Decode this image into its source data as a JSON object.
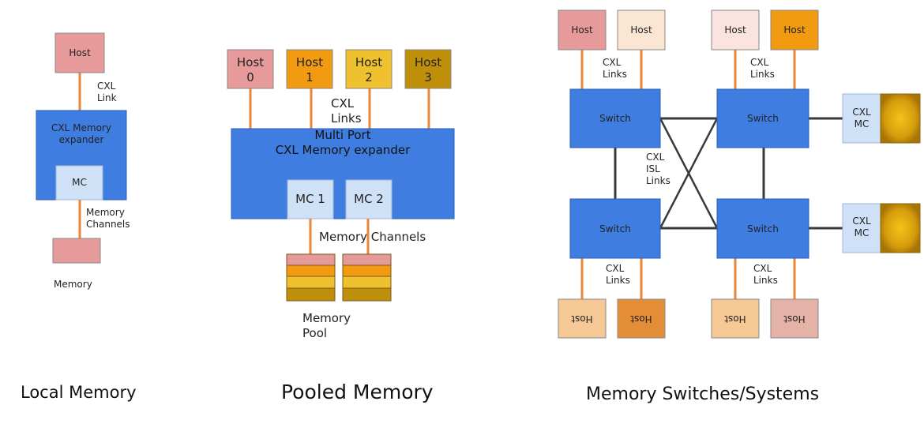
{
  "colors": {
    "blue": "#3f7de0",
    "light_blue": "#cfe1f7",
    "pink": "#e79a9a",
    "orange": "#f29a10",
    "yellow": "#f0c12f",
    "olive": "#c08f0a",
    "link": "#e8873a",
    "dark_line": "#3a3a3a"
  },
  "local": {
    "host": "Host",
    "link": "CXL\nLink",
    "expander": "CXL Memory\nexpander",
    "mc": "MC",
    "channels": "Memory\nChannels",
    "memory": "Memory",
    "title": "Local Memory"
  },
  "pooled": {
    "hosts": [
      {
        "label": "Host\n0",
        "color": "#e79a9a"
      },
      {
        "label": "Host\n1",
        "color": "#f29a10"
      },
      {
        "label": "Host\n2",
        "color": "#f0c12f"
      },
      {
        "label": "Host\n3",
        "color": "#c08f0a"
      }
    ],
    "links": "CXL\nLinks",
    "expander": "Multi Port\nCXL Memory expander",
    "mc1": "MC 1",
    "mc2": "MC 2",
    "channels": "Memory  Channels",
    "pool": "Memory\nPool",
    "title": "Pooled Memory"
  },
  "switches": {
    "top_hosts": [
      {
        "label": "Host",
        "color": "#e79a9a"
      },
      {
        "label": "Host",
        "color": "#fbe6d4"
      },
      {
        "label": "Host",
        "color": "#fbe3df"
      },
      {
        "label": "Host",
        "color": "#f29a10"
      }
    ],
    "bottom_hosts": [
      {
        "label": "Host",
        "color": "#f6c896"
      },
      {
        "label": "Host",
        "color": "#e38e36"
      },
      {
        "label": "Host",
        "color": "#f6c896"
      },
      {
        "label": "Host",
        "color": "#e5b2a8"
      }
    ],
    "switch": "Switch",
    "cxl_links": "CXL\nLinks",
    "isl_links": "CXL\nISL\nLinks",
    "cxl_mc": "CXL\nMC",
    "title": "Memory Switches/Systems"
  }
}
